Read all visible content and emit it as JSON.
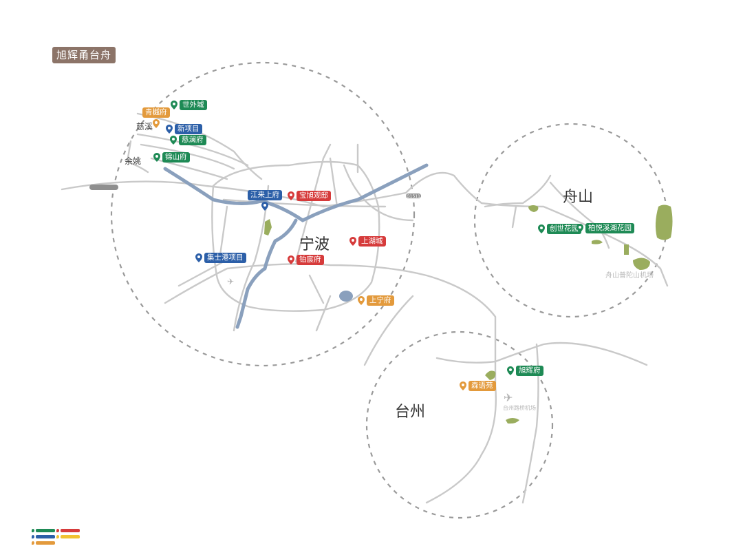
{
  "header": {
    "title": "旭辉甬台舟"
  },
  "colors": {
    "green": "#1e8a55",
    "blue": "#2c5fa8",
    "orange": "#e39a3c",
    "red": "#d63b3b",
    "yellow": "#f1c232",
    "road": "#c9c9c9",
    "river": "#8aa0bd",
    "park": "#9aad5e",
    "circle": "#9a9a9a"
  },
  "cities": [
    {
      "name": "宁波"
    },
    {
      "name": "舟山"
    },
    {
      "name": "台州"
    }
  ],
  "towns": [
    {
      "name": "慈溪"
    },
    {
      "name": "余姚"
    }
  ],
  "projects": [
    {
      "name": "世外城",
      "color": "green"
    },
    {
      "name": "青樾府",
      "color": "orange"
    },
    {
      "name": "新项目",
      "color": "blue"
    },
    {
      "name": "慈澜府",
      "color": "green"
    },
    {
      "name": "锦山府",
      "color": "green"
    },
    {
      "name": "江来上府",
      "color": "blue"
    },
    {
      "name": "宝旭观邸",
      "color": "red"
    },
    {
      "name": "上湖城",
      "color": "red"
    },
    {
      "name": "集士港项目",
      "color": "blue"
    },
    {
      "name": "铂宸府",
      "color": "red"
    },
    {
      "name": "上宁府",
      "color": "orange"
    },
    {
      "name": "创世花园",
      "color": "green"
    },
    {
      "name": "柏悦溪湖花园",
      "color": "green"
    },
    {
      "name": "旭辉府",
      "color": "green"
    },
    {
      "name": "森语苑",
      "color": "orange"
    }
  ],
  "airports": [
    {
      "name": "舟山普陀山机场"
    },
    {
      "name": "台州路桥机场"
    }
  ],
  "road_labels": {
    "g1511": "G1511"
  },
  "legend": [
    {
      "color": "green"
    },
    {
      "color": "red"
    },
    {
      "color": "blue"
    },
    {
      "color": "yellow"
    },
    {
      "color": "orange"
    }
  ]
}
